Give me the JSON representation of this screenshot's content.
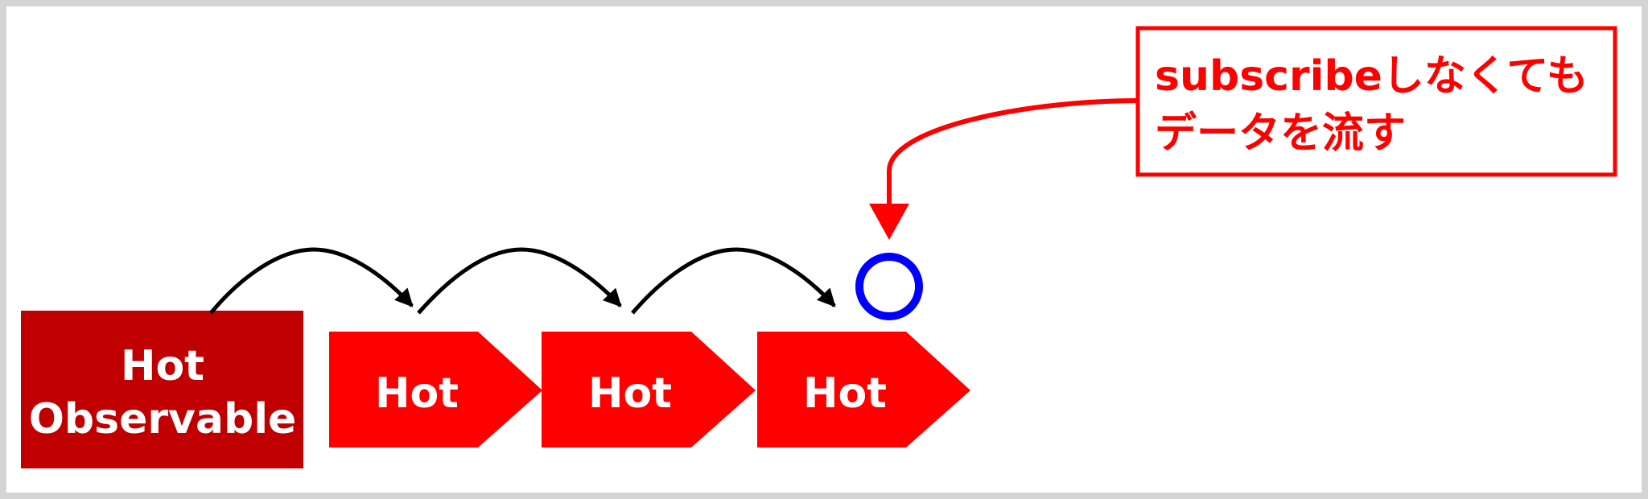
{
  "source_block": {
    "line1": "Hot",
    "line2": "Observable"
  },
  "operators": [
    {
      "label": "Hot"
    },
    {
      "label": "Hot"
    },
    {
      "label": "Hot"
    }
  ],
  "callout": {
    "line1": "subscribeしなくても",
    "line2": "データを流す"
  },
  "colors": {
    "source_fill": "#c00000",
    "operator_fill": "#ff0000",
    "callout_red": "#ff0000",
    "emission_circle": "#0000ff",
    "arc": "#000000",
    "frame": "#d4d4d4"
  }
}
